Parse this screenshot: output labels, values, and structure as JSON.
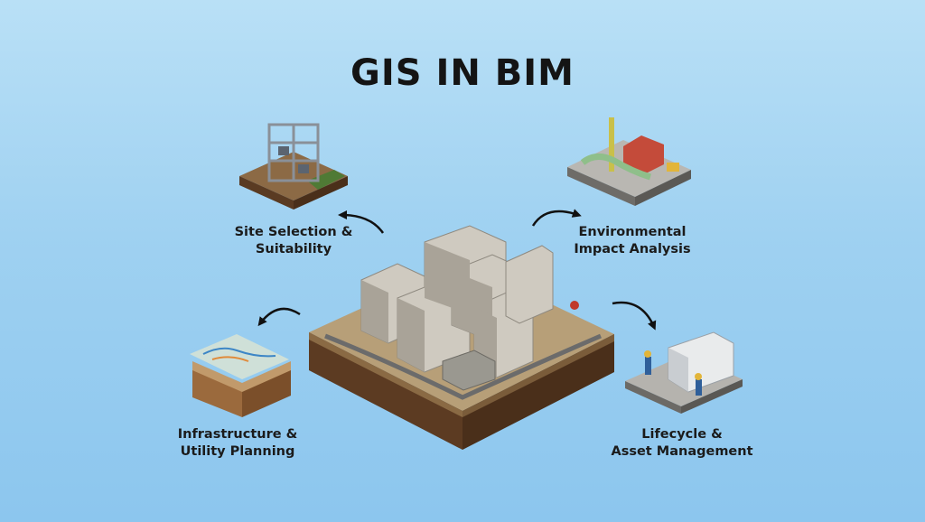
{
  "title": "GIS IN BIM",
  "nodes": {
    "site": {
      "line1": "Site Selection &",
      "line2": "Suitability",
      "illustration": "building-under-construction-on-terrain"
    },
    "env": {
      "line1": "Environmental",
      "line2": "Impact Analysis",
      "illustration": "industrial-plant-with-pipes"
    },
    "infra": {
      "line1": "Infrastructure &",
      "line2": "Utility Planning",
      "illustration": "terrain-map-layers"
    },
    "asset": {
      "line1": "Lifecycle &",
      "line2": "Asset Management",
      "illustration": "container-with-workers"
    },
    "center": {
      "illustration": "campus-buildings-on-terrain-block"
    }
  },
  "colors": {
    "background_top": "#b9e0f6",
    "background_bottom": "#8cc6ee",
    "text": "#141414",
    "arrow": "#111111"
  }
}
